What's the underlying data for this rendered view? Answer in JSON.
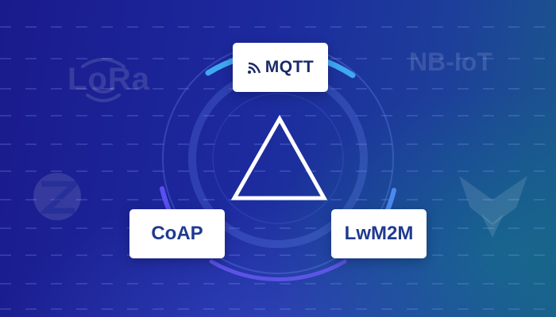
{
  "protocols": {
    "top": "MQTT",
    "left": "CoAP",
    "right": "LwM2M"
  },
  "background_logos": {
    "top_left": "LoRa",
    "top_right": "NB-IoT"
  },
  "icons": [
    "mqtt-signal-icon",
    "lora-signal-icon",
    "zigbee-icon",
    "chevron-logo-icon",
    "triangle-icon"
  ],
  "colors": {
    "background_start": "#1a1a8c",
    "background_end": "#1a5a8a",
    "arc_accent": "#3fa8f0",
    "card_text": "#1f3a8f",
    "card_bg": "#ffffff"
  }
}
